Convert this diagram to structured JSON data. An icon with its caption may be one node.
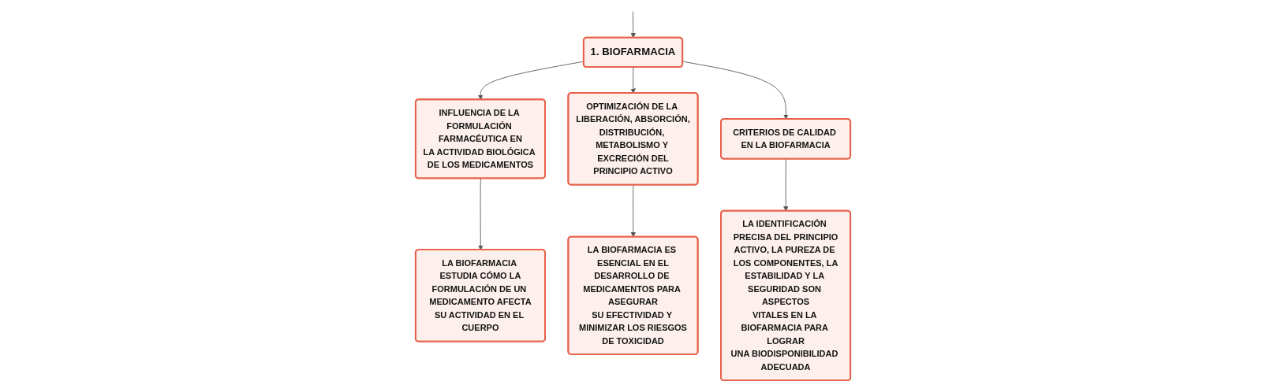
{
  "diagram": {
    "nodes": [
      {
        "text": [
          "1. BIOFARMACIA"
        ]
      },
      {
        "text": [
          "INFLUENCIA DE LA FORMULACIÓN FARMACÉUTICA EN LA ACTIVIDAD BIOLÓGICA DE LOS MEDICAMENTOS"
        ]
      },
      {
        "text": [
          "OPTIMIZACIÓN DE LA LIBERACIÓN, ABSORCIÓN, DISTRIBUCIÓN, METABOLISMO Y EXCRECIÓN DEL PRINCIPIO ACTIVO"
        ]
      },
      {
        "text": [
          "CRITERIOS DE CALIDAD EN LA BIOFARMACIA"
        ]
      },
      {
        "text": [
          "LA BIOFARMACIA ESTUDIA CÓMO LA FORMULACIÓN DE UN MEDICAMENTO AFECTA SU ACTIVIDAD EN EL CUERPO"
        ]
      },
      {
        "text": [
          "LA BIOFARMACIA ES ESENCIAL EN EL DESARROLLO DE MEDICAMENTOS PARA ASEGURAR SU EFECTIVIDAD Y MINIMIZAR LOS RIESGOS DE TOXICIDAD"
        ]
      },
      {
        "text": [
          "LA IDENTIFICACIÓN PRECISA DEL PRINCIPIO ACTIVO, LA PUREZA DE LOS COMPONENTES, LA ESTABILIDAD Y LA SEGURIDAD SON ASPECTOS VITALES EN LA BIOFARMACIA PARA LOGRAR UNA BIODISPONIBILIDAD ADECUADA"
        ]
      }
    ],
    "edges": [
      {
        "from": null,
        "to": 0,
        "arrow": "to"
      },
      {
        "from": 0,
        "to": 1,
        "arrow": "to"
      },
      {
        "from": 0,
        "to": 2,
        "arrow": "to"
      },
      {
        "from": 0,
        "to": 3,
        "arrow": "to"
      },
      {
        "from": 1,
        "to": 4,
        "arrow": "to"
      },
      {
        "from": 2,
        "to": 5,
        "arrow": "to"
      },
      {
        "from": 3,
        "to": 6,
        "arrow": "to"
      }
    ]
  }
}
